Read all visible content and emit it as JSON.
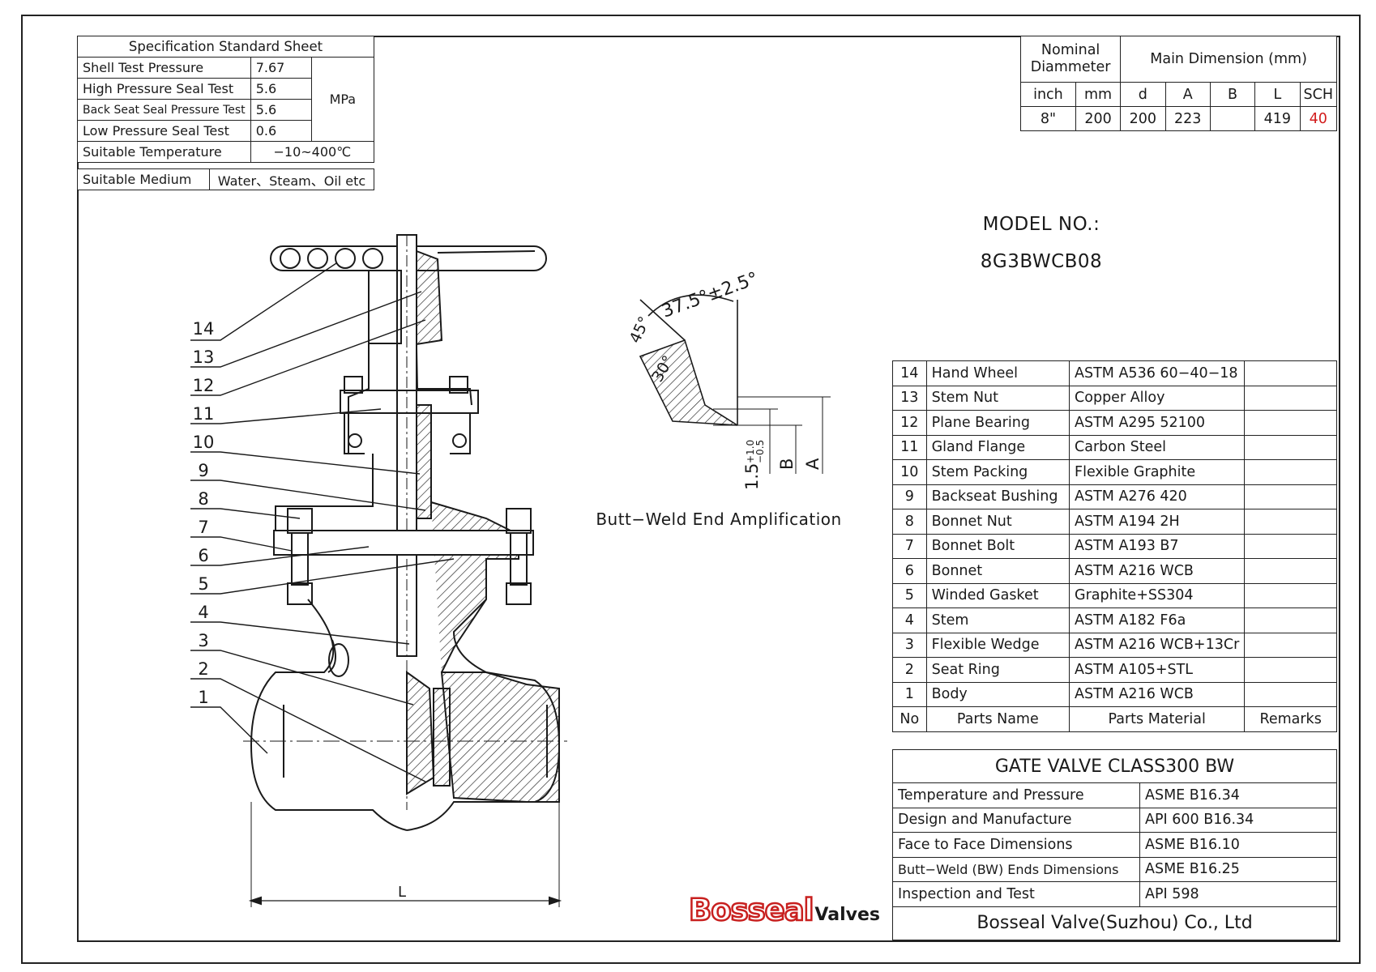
{
  "spec_sheet": {
    "title": "Specification Standard Sheet",
    "rows": [
      {
        "label": "Shell Test Pressure",
        "value": "7.67"
      },
      {
        "label": "High Pressure Seal Test",
        "value": "5.6"
      },
      {
        "label": "Back Seat Seal Pressure Test",
        "value": "5.6"
      },
      {
        "label": "Low Pressure Seal Test",
        "value": "0.6"
      }
    ],
    "unit": "MPa",
    "temperature_label": "Suitable Temperature",
    "temperature_value": "−10~400℃",
    "medium_label": "Suitable  Medium",
    "medium_value": "Water、Steam、Oil etc"
  },
  "dimensions": {
    "nominal_header": "Nominal Diammeter",
    "main_header": "Main Dimension (mm)",
    "columns": [
      "inch",
      "mm",
      "d",
      "A",
      "B",
      "L",
      "SCH"
    ],
    "values": [
      "8\"",
      "200",
      "200",
      "223",
      "",
      "419",
      "40"
    ],
    "highlight_color": "#d21b1b"
  },
  "model": {
    "label": "MODEL NO.:",
    "number": "8G3BWCB08"
  },
  "weld_detail": {
    "caption": "Butt−Weld End Amplification",
    "angle_main": "37.5°±2.5°",
    "angle_45": "45°",
    "angle_30": "30°",
    "tolerance": "1.5",
    "tol_plus": "+1.0",
    "tol_minus": "−0.5",
    "label_b": "B",
    "label_a": "A"
  },
  "drawing": {
    "dim_l": "L",
    "callouts": [
      "14",
      "13",
      "12",
      "11",
      "10",
      "9",
      "8",
      "7",
      "6",
      "5",
      "4",
      "3",
      "2",
      "1"
    ]
  },
  "parts": {
    "header": {
      "no": "No",
      "name": "Parts Name",
      "material": "Parts Material",
      "remarks": "Remarks"
    },
    "rows": [
      {
        "no": "14",
        "name": "Hand Wheel",
        "material": "ASTM A536 60−40−18",
        "remarks": ""
      },
      {
        "no": "13",
        "name": "Stem Nut",
        "material": "Copper Alloy",
        "remarks": ""
      },
      {
        "no": "12",
        "name": "Plane Bearing",
        "material": "ASTM A295 52100",
        "remarks": ""
      },
      {
        "no": "11",
        "name": "Gland Flange",
        "material": "Carbon Steel",
        "remarks": ""
      },
      {
        "no": "10",
        "name": "Stem Packing",
        "material": "Flexible Graphite",
        "remarks": ""
      },
      {
        "no": "9",
        "name": "Backseat Bushing",
        "material": "ASTM A276 420",
        "remarks": ""
      },
      {
        "no": "8",
        "name": "Bonnet Nut",
        "material": "ASTM A194 2H",
        "remarks": ""
      },
      {
        "no": "7",
        "name": "Bonnet Bolt",
        "material": "ASTM A193 B7",
        "remarks": ""
      },
      {
        "no": "6",
        "name": "Bonnet",
        "material": "ASTM A216 WCB",
        "remarks": ""
      },
      {
        "no": "5",
        "name": "Winded Gasket",
        "material": "Graphite+SS304",
        "remarks": ""
      },
      {
        "no": "4",
        "name": "Stem",
        "material": "ASTM A182 F6a",
        "remarks": ""
      },
      {
        "no": "3",
        "name": "Flexible Wedge",
        "material": "ASTM A216 WCB+13Cr",
        "remarks": ""
      },
      {
        "no": "2",
        "name": "Seat Ring",
        "material": "ASTM A105+STL",
        "remarks": ""
      },
      {
        "no": "1",
        "name": "Body",
        "material": "ASTM A216 WCB",
        "remarks": ""
      }
    ]
  },
  "standards": {
    "title": "GATE VALVE CLASS300 BW",
    "rows": [
      {
        "label": "Temperature and Pressure",
        "value": "ASME B16.34"
      },
      {
        "label": "Design and Manufacture",
        "value": "API 600    B16.34"
      },
      {
        "label": "Face to Face Dimensions",
        "value": "ASME B16.10"
      },
      {
        "label": "Butt−Weld (BW) Ends Dimensions",
        "value": "ASME B16.25"
      },
      {
        "label": "Inspection and Test",
        "value": "API 598"
      }
    ],
    "company": "Bosseal Valve(Suzhou) Co., Ltd"
  },
  "logo": {
    "brand": "Bosseal",
    "sub": "Valves",
    "color": "#c8201f"
  }
}
